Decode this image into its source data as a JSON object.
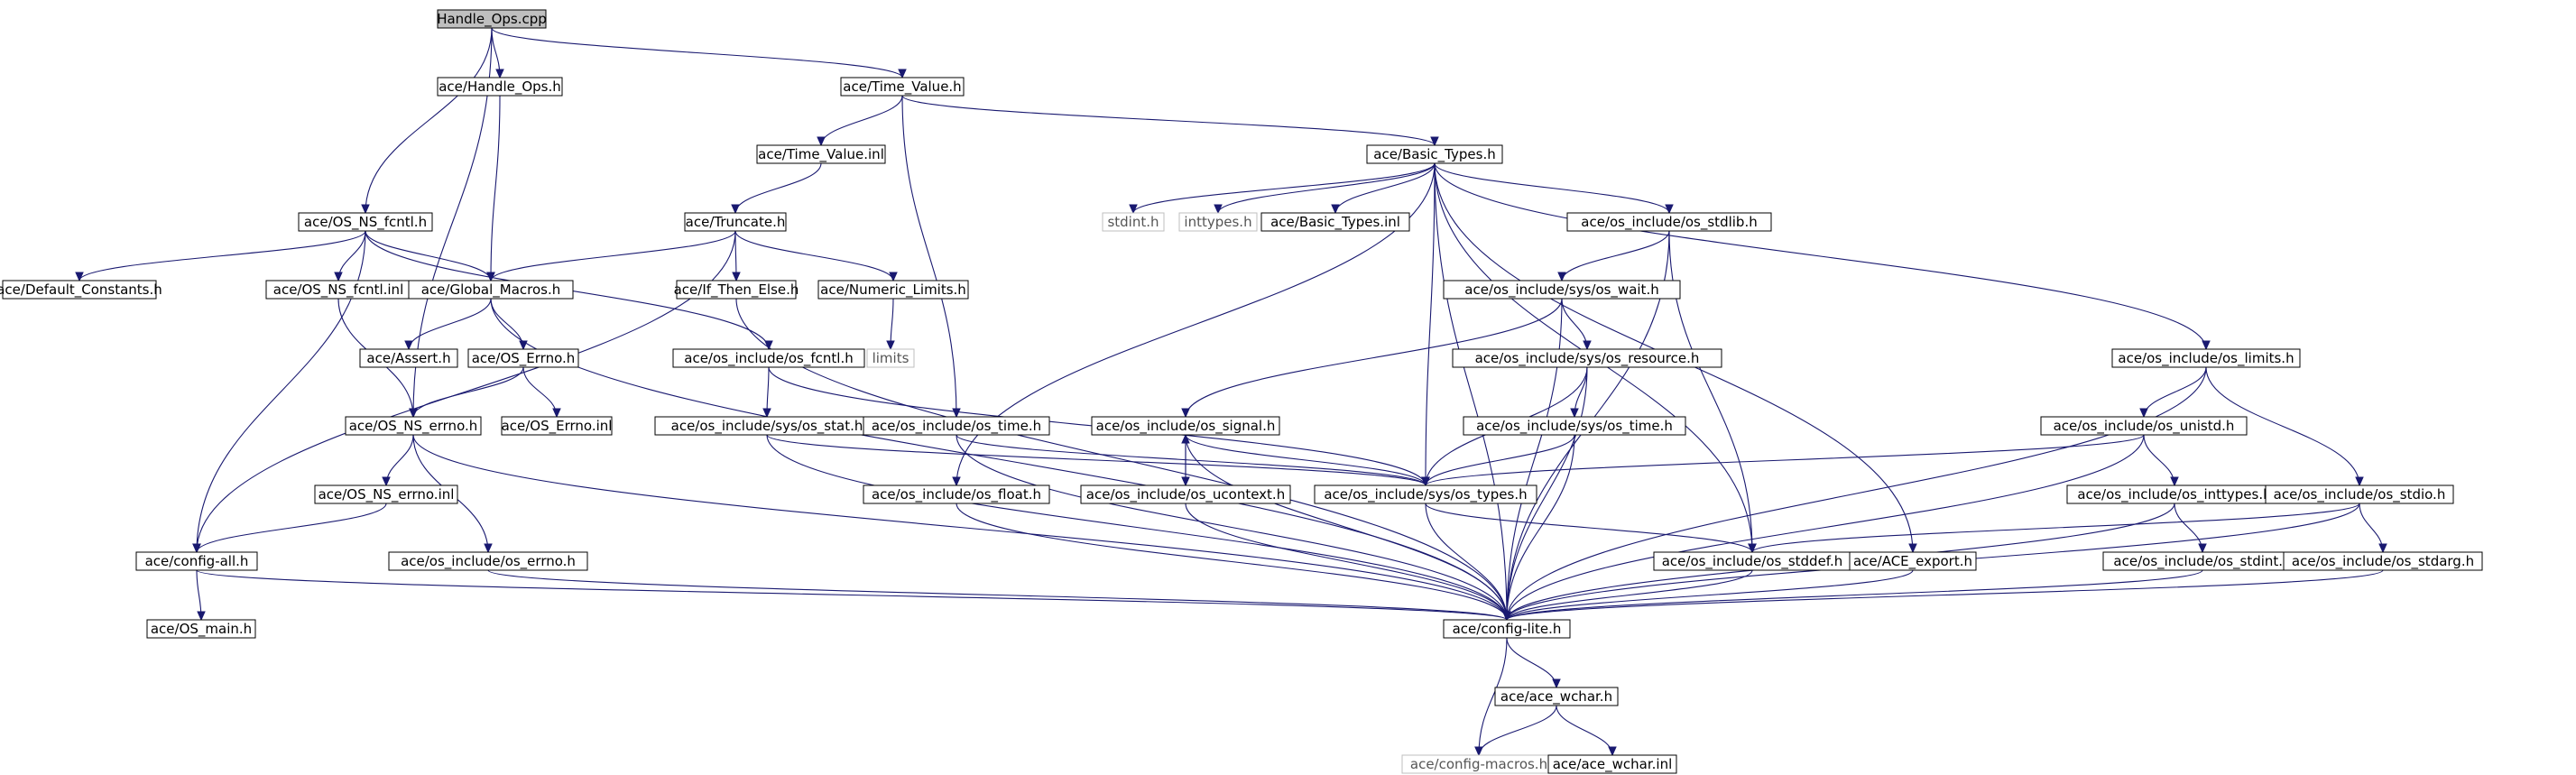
{
  "colors": {
    "edge": "#191970",
    "node_border": "#000000",
    "root_fill": "#bfbfbf",
    "ext_border": "#bfbfbf",
    "background": "#ffffff"
  },
  "nodes": [
    {
      "id": "n_root",
      "label": "Handle_Ops.cpp",
      "style": "root"
    },
    {
      "id": "n_handle_ops_h",
      "label": "ace/Handle_Ops.h",
      "style": "normal"
    },
    {
      "id": "n_time_value_h",
      "label": "ace/Time_Value.h",
      "style": "normal"
    },
    {
      "id": "n_time_value_inl",
      "label": "ace/Time_Value.inl",
      "style": "normal"
    },
    {
      "id": "n_basic_types_h",
      "label": "ace/Basic_Types.h",
      "style": "normal"
    },
    {
      "id": "n_os_ns_fcntl_h",
      "label": "ace/OS_NS_fcntl.h",
      "style": "normal"
    },
    {
      "id": "n_truncate_h",
      "label": "ace/Truncate.h",
      "style": "normal"
    },
    {
      "id": "n_stdint_h",
      "label": "stdint.h",
      "style": "ext"
    },
    {
      "id": "n_inttypes_h",
      "label": "inttypes.h",
      "style": "ext"
    },
    {
      "id": "n_basic_types_inl",
      "label": "ace/Basic_Types.inl",
      "style": "normal"
    },
    {
      "id": "n_os_stdlib_h",
      "label": "ace/os_include/os_stdlib.h",
      "style": "normal"
    },
    {
      "id": "n_default_constants_h",
      "label": "ace/Default_Constants.h",
      "style": "normal"
    },
    {
      "id": "n_os_ns_fcntl_inl",
      "label": "ace/OS_NS_fcntl.inl",
      "style": "normal"
    },
    {
      "id": "n_global_macros_h",
      "label": "ace/Global_Macros.h",
      "style": "normal"
    },
    {
      "id": "n_if_then_else_h",
      "label": "ace/If_Then_Else.h",
      "style": "normal"
    },
    {
      "id": "n_numeric_limits_h",
      "label": "ace/Numeric_Limits.h",
      "style": "normal"
    },
    {
      "id": "n_os_wait_h",
      "label": "ace/os_include/sys/os_wait.h",
      "style": "normal"
    },
    {
      "id": "n_assert_h",
      "label": "ace/Assert.h",
      "style": "normal"
    },
    {
      "id": "n_os_errno_class_h",
      "label": "ace/OS_Errno.h",
      "style": "normal"
    },
    {
      "id": "n_os_fcntl_h",
      "label": "ace/os_include/os_fcntl.h",
      "style": "normal"
    },
    {
      "id": "n_limits",
      "label": "limits",
      "style": "ext"
    },
    {
      "id": "n_os_resource_h",
      "label": "ace/os_include/sys/os_resource.h",
      "style": "normal"
    },
    {
      "id": "n_os_limits_h",
      "label": "ace/os_include/os_limits.h",
      "style": "normal"
    },
    {
      "id": "n_os_ns_errno_h",
      "label": "ace/OS_NS_errno.h",
      "style": "normal"
    },
    {
      "id": "n_os_errno_inl",
      "label": "ace/OS_Errno.inl",
      "style": "normal"
    },
    {
      "id": "n_os_stat_h",
      "label": "ace/os_include/sys/os_stat.h",
      "style": "normal"
    },
    {
      "id": "n_os_time_h",
      "label": "ace/os_include/os_time.h",
      "style": "normal"
    },
    {
      "id": "n_os_signal_h",
      "label": "ace/os_include/os_signal.h",
      "style": "normal"
    },
    {
      "id": "n_sys_os_time_h",
      "label": "ace/os_include/sys/os_time.h",
      "style": "normal"
    },
    {
      "id": "n_os_unistd_h",
      "label": "ace/os_include/os_unistd.h",
      "style": "normal"
    },
    {
      "id": "n_os_ns_errno_inl",
      "label": "ace/OS_NS_errno.inl",
      "style": "normal"
    },
    {
      "id": "n_os_float_h",
      "label": "ace/os_include/os_float.h",
      "style": "normal"
    },
    {
      "id": "n_os_ucontext_h",
      "label": "ace/os_include/os_ucontext.h",
      "style": "normal"
    },
    {
      "id": "n_os_types_h",
      "label": "ace/os_include/sys/os_types.h",
      "style": "normal"
    },
    {
      "id": "n_os_inttypes_h",
      "label": "ace/os_include/os_inttypes.h",
      "style": "normal"
    },
    {
      "id": "n_os_stdio_h",
      "label": "ace/os_include/os_stdio.h",
      "style": "normal"
    },
    {
      "id": "n_config_all_h",
      "label": "ace/config-all.h",
      "style": "normal"
    },
    {
      "id": "n_os_errno_h",
      "label": "ace/os_include/os_errno.h",
      "style": "normal"
    },
    {
      "id": "n_os_stddef_h",
      "label": "ace/os_include/os_stddef.h",
      "style": "normal"
    },
    {
      "id": "n_ace_export_h",
      "label": "ace/ACE_export.h",
      "style": "normal"
    },
    {
      "id": "n_os_stdint_h",
      "label": "ace/os_include/os_stdint.h",
      "style": "normal"
    },
    {
      "id": "n_os_stdarg_h",
      "label": "ace/os_include/os_stdarg.h",
      "style": "normal"
    },
    {
      "id": "n_os_main_h",
      "label": "ace/OS_main.h",
      "style": "normal"
    },
    {
      "id": "n_config_lite_h",
      "label": "ace/config-lite.h",
      "style": "normal"
    },
    {
      "id": "n_ace_wchar_h",
      "label": "ace/ace_wchar.h",
      "style": "normal"
    },
    {
      "id": "n_config_macros_h",
      "label": "ace/config-macros.h",
      "style": "ext"
    },
    {
      "id": "n_ace_wchar_inl",
      "label": "ace/ace_wchar.inl",
      "style": "normal"
    }
  ],
  "edges": [
    [
      "n_root",
      "n_handle_ops_h"
    ],
    [
      "n_root",
      "n_time_value_h"
    ],
    [
      "n_root",
      "n_os_ns_fcntl_h"
    ],
    [
      "n_root",
      "n_os_ns_errno_h"
    ],
    [
      "n_handle_ops_h",
      "n_global_macros_h"
    ],
    [
      "n_time_value_h",
      "n_time_value_inl"
    ],
    [
      "n_time_value_h",
      "n_basic_types_h"
    ],
    [
      "n_time_value_h",
      "n_os_time_h"
    ],
    [
      "n_time_value_inl",
      "n_truncate_h"
    ],
    [
      "n_basic_types_h",
      "n_stdint_h"
    ],
    [
      "n_basic_types_h",
      "n_inttypes_h"
    ],
    [
      "n_basic_types_h",
      "n_basic_types_inl"
    ],
    [
      "n_basic_types_h",
      "n_os_stdlib_h"
    ],
    [
      "n_basic_types_h",
      "n_os_limits_h"
    ],
    [
      "n_basic_types_h",
      "n_os_float_h"
    ],
    [
      "n_basic_types_h",
      "n_os_types_h"
    ],
    [
      "n_basic_types_h",
      "n_ace_export_h"
    ],
    [
      "n_basic_types_h",
      "n_os_stddef_h"
    ],
    [
      "n_basic_types_h",
      "n_config_lite_h"
    ],
    [
      "n_os_ns_fcntl_h",
      "n_default_constants_h"
    ],
    [
      "n_os_ns_fcntl_h",
      "n_os_ns_fcntl_inl"
    ],
    [
      "n_os_ns_fcntl_h",
      "n_global_macros_h"
    ],
    [
      "n_os_ns_fcntl_h",
      "n_os_fcntl_h"
    ],
    [
      "n_os_ns_fcntl_h",
      "n_config_all_h"
    ],
    [
      "n_truncate_h",
      "n_global_macros_h"
    ],
    [
      "n_truncate_h",
      "n_if_then_else_h"
    ],
    [
      "n_truncate_h",
      "n_numeric_limits_h"
    ],
    [
      "n_truncate_h",
      "n_config_all_h"
    ],
    [
      "n_os_stdlib_h",
      "n_os_wait_h"
    ],
    [
      "n_os_stdlib_h",
      "n_os_stddef_h"
    ],
    [
      "n_os_stdlib_h",
      "n_config_lite_h"
    ],
    [
      "n_os_ns_fcntl_inl",
      "n_os_ns_errno_h"
    ],
    [
      "n_global_macros_h",
      "n_assert_h"
    ],
    [
      "n_global_macros_h",
      "n_os_errno_class_h"
    ],
    [
      "n_global_macros_h",
      "n_config_lite_h"
    ],
    [
      "n_if_then_else_h",
      "n_config_lite_h"
    ],
    [
      "n_numeric_limits_h",
      "n_limits"
    ],
    [
      "n_os_wait_h",
      "n_os_resource_h"
    ],
    [
      "n_os_wait_h",
      "n_os_signal_h"
    ],
    [
      "n_os_wait_h",
      "n_config_lite_h"
    ],
    [
      "n_os_errno_class_h",
      "n_os_ns_errno_h"
    ],
    [
      "n_os_errno_class_h",
      "n_os_errno_inl"
    ],
    [
      "n_os_fcntl_h",
      "n_os_stat_h"
    ],
    [
      "n_os_fcntl_h",
      "n_os_types_h"
    ],
    [
      "n_os_resource_h",
      "n_sys_os_time_h"
    ],
    [
      "n_os_resource_h",
      "n_os_types_h"
    ],
    [
      "n_os_resource_h",
      "n_config_lite_h"
    ],
    [
      "n_os_limits_h",
      "n_os_unistd_h"
    ],
    [
      "n_os_limits_h",
      "n_os_stdio_h"
    ],
    [
      "n_os_limits_h",
      "n_config_lite_h"
    ],
    [
      "n_os_ns_errno_h",
      "n_os_ns_errno_inl"
    ],
    [
      "n_os_ns_errno_h",
      "n_os_errno_h"
    ],
    [
      "n_os_ns_errno_h",
      "n_config_lite_h"
    ],
    [
      "n_os_stat_h",
      "n_os_types_h"
    ],
    [
      "n_os_stat_h",
      "n_config_lite_h"
    ],
    [
      "n_os_time_h",
      "n_os_types_h"
    ],
    [
      "n_os_time_h",
      "n_config_lite_h"
    ],
    [
      "n_os_signal_h",
      "n_os_ucontext_h"
    ],
    [
      "n_os_signal_h",
      "n_os_types_h"
    ],
    [
      "n_os_signal_h",
      "n_config_lite_h"
    ],
    [
      "n_os_ucontext_h",
      "n_os_signal_h"
    ],
    [
      "n_os_ucontext_h",
      "n_config_lite_h"
    ],
    [
      "n_sys_os_time_h",
      "n_os_types_h"
    ],
    [
      "n_sys_os_time_h",
      "n_config_lite_h"
    ],
    [
      "n_os_unistd_h",
      "n_os_types_h"
    ],
    [
      "n_os_unistd_h",
      "n_os_inttypes_h"
    ],
    [
      "n_os_unistd_h",
      "n_config_lite_h"
    ],
    [
      "n_os_ns_errno_inl",
      "n_config_all_h"
    ],
    [
      "n_os_float_h",
      "n_config_lite_h"
    ],
    [
      "n_os_types_h",
      "n_os_stddef_h"
    ],
    [
      "n_os_types_h",
      "n_config_lite_h"
    ],
    [
      "n_os_inttypes_h",
      "n_os_stdint_h"
    ],
    [
      "n_os_inttypes_h",
      "n_config_lite_h"
    ],
    [
      "n_os_stdio_h",
      "n_os_stddef_h"
    ],
    [
      "n_os_stdio_h",
      "n_os_stdarg_h"
    ],
    [
      "n_os_stdio_h",
      "n_config_lite_h"
    ],
    [
      "n_config_all_h",
      "n_os_main_h"
    ],
    [
      "n_config_all_h",
      "n_config_lite_h"
    ],
    [
      "n_os_errno_h",
      "n_config_lite_h"
    ],
    [
      "n_os_stddef_h",
      "n_config_lite_h"
    ],
    [
      "n_ace_export_h",
      "n_config_lite_h"
    ],
    [
      "n_os_stdint_h",
      "n_config_lite_h"
    ],
    [
      "n_os_stdarg_h",
      "n_config_lite_h"
    ],
    [
      "n_config_lite_h",
      "n_ace_wchar_h"
    ],
    [
      "n_config_lite_h",
      "n_config_macros_h"
    ],
    [
      "n_ace_wchar_h",
      "n_config_macros_h"
    ],
    [
      "n_ace_wchar_h",
      "n_ace_wchar_inl"
    ]
  ]
}
